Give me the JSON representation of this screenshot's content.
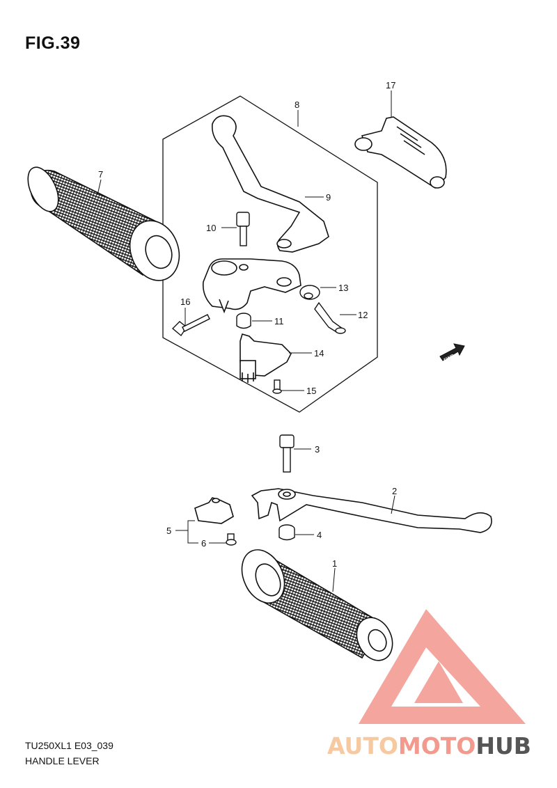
{
  "figure": {
    "title": "FIG.39",
    "model_code": "TU250XL1 E03_039",
    "section_name": "HANDLE LEVER"
  },
  "callouts": [
    "1",
    "2",
    "3",
    "4",
    "5",
    "6",
    "7",
    "8",
    "9",
    "10",
    "11",
    "12",
    "13",
    "14",
    "15",
    "16",
    "17"
  ],
  "fwd_marker": "FWD",
  "watermark": {
    "part1": "AUTO",
    "part2": "MOTO",
    "part3": "HUB",
    "colors": {
      "auto": "#f7c9a0",
      "moto": "#f29a8e",
      "hub": "#555555",
      "triangle": "#f29b94"
    }
  }
}
